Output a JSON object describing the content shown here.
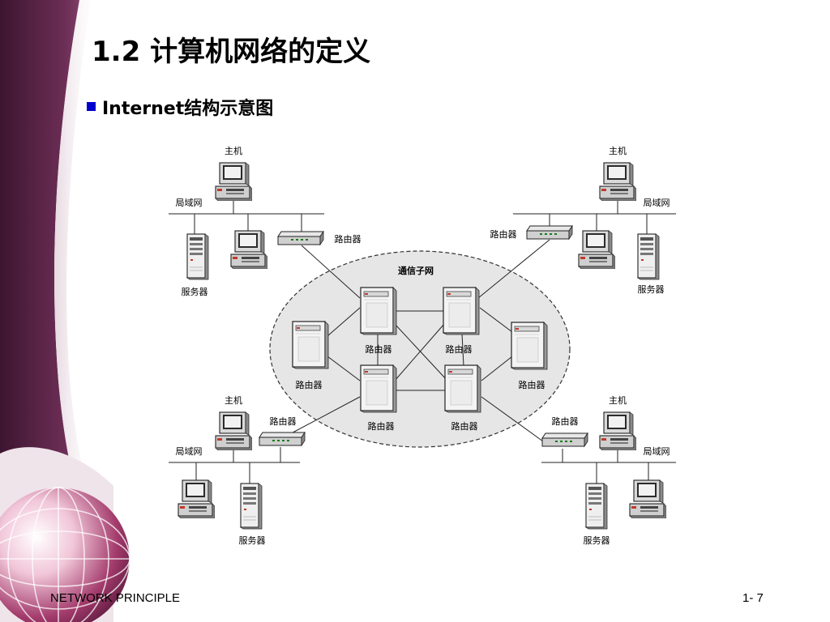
{
  "slide": {
    "title": "1.2 计算机网络的定义",
    "bullet": "Internet结构示意图",
    "footer_left": "NETWORK PRINCIPLE",
    "footer_right": "1- 7"
  },
  "diagram": {
    "subnet_label": "通信子网",
    "labels": {
      "host": "主机",
      "lan": "局域网",
      "router": "路由器",
      "server": "服务器"
    }
  },
  "colors": {
    "left_band": "#5a2546",
    "accent": "#e9dce3",
    "bullet": "#0000cc",
    "ellipse_fill": "#e6e6e6"
  }
}
